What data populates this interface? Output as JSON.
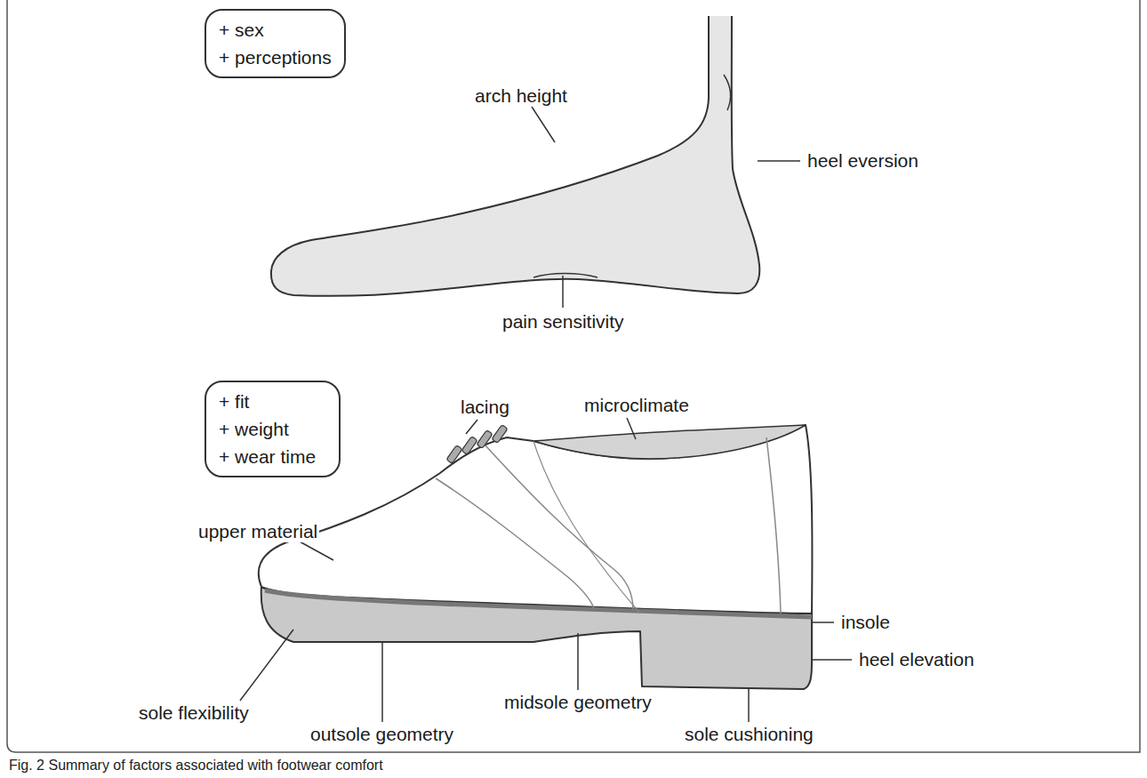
{
  "diagram": {
    "caption": "Fig. 2 Summary of factors associated with footwear comfort",
    "nodes": [
      {
        "text": [
          "+ sex",
          "+ perceptions"
        ]
      },
      {
        "text": [
          "+ fit",
          "+ weight",
          "+ wear time"
        ]
      }
    ],
    "labels": [
      "arch height",
      "heel eversion",
      "pain sensitivity",
      "lacing",
      "microclimate",
      "upper material",
      "insole",
      "heel elevation",
      "sole flexibility",
      "outsole geometry",
      "midsole geometry",
      "sole cushioning"
    ]
  }
}
